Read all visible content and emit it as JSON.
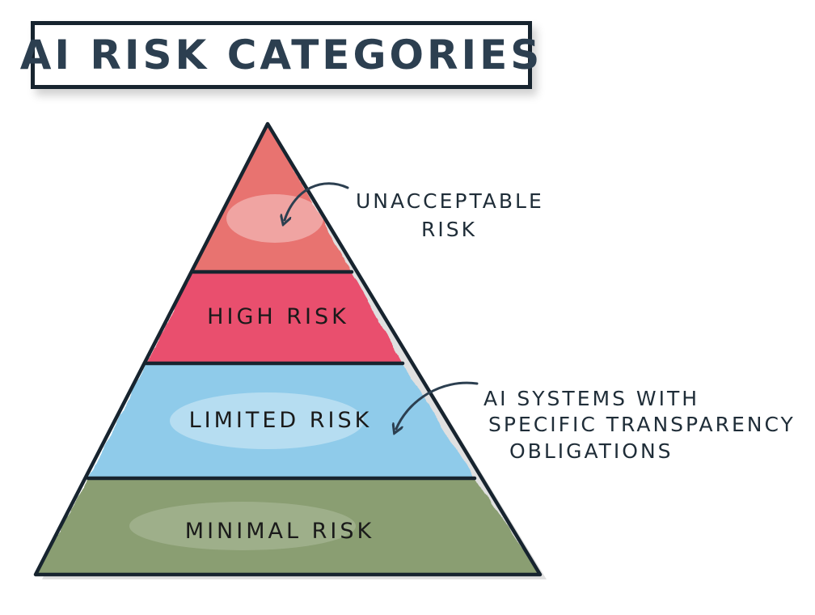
{
  "title": "AI RISK CATEGORIES",
  "tiers": [
    {
      "label": "",
      "color": "#e8736f"
    },
    {
      "label": "HIGH RISK",
      "color": "#e9506e"
    },
    {
      "label": "LIMITED RISK",
      "color": "#8fcbea"
    },
    {
      "label": "MINIMAL RISK",
      "color": "#8a9e72"
    }
  ],
  "annotations": {
    "unacceptable": [
      "UNACCEPTABLE",
      "RISK"
    ],
    "transparency": [
      "AI SYSTEMS WITH",
      "SPECIFIC TRANSPARENCY",
      "OBLIGATIONS"
    ]
  },
  "colors": {
    "outline": "#17242f",
    "arrow": "#2c3f50"
  }
}
